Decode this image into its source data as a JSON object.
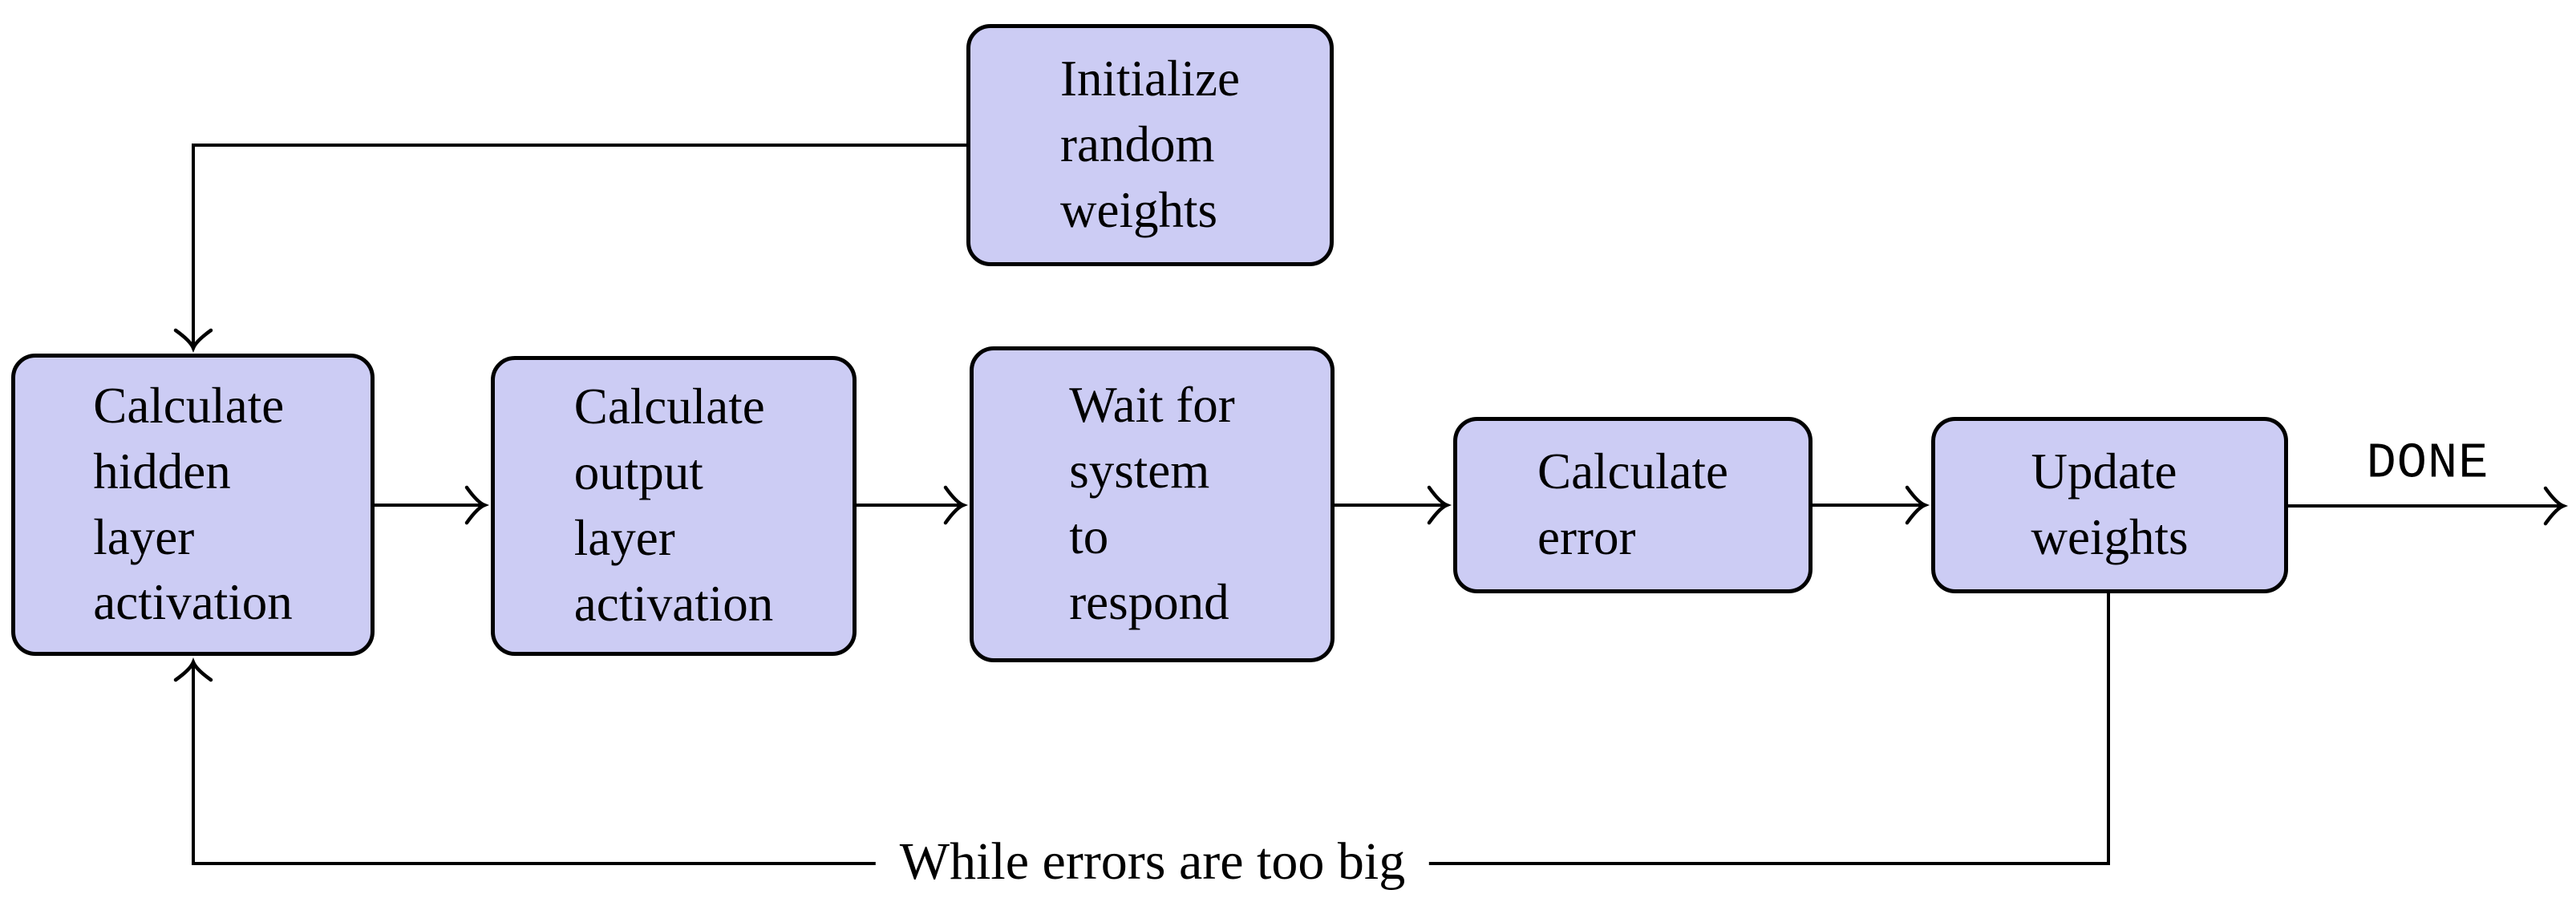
{
  "colors": {
    "background": "#ffffff",
    "node_fill": "#ccccf4",
    "stroke": "#000000"
  },
  "nodes": {
    "init": {
      "label": "Initialize\nrandom\nweights"
    },
    "hidden": {
      "label": "Calculate\nhidden\nlayer\nactivation"
    },
    "output": {
      "label": "Calculate\noutput\nlayer\nactivation"
    },
    "wait": {
      "label": "Wait for\nsystem\nto\nrespond"
    },
    "error": {
      "label": "Calculate\nerror"
    },
    "update": {
      "label": "Update\nweights"
    }
  },
  "edge_labels": {
    "done": "DONE",
    "while_loop": "While errors are too big"
  },
  "edges": [
    {
      "from": "init",
      "to": "hidden",
      "label": ""
    },
    {
      "from": "hidden",
      "to": "output",
      "label": ""
    },
    {
      "from": "output",
      "to": "wait",
      "label": ""
    },
    {
      "from": "wait",
      "to": "error",
      "label": ""
    },
    {
      "from": "error",
      "to": "update",
      "label": ""
    },
    {
      "from": "update",
      "to": "exit",
      "label": "DONE"
    },
    {
      "from": "update",
      "to": "hidden",
      "label": "While errors are too big"
    }
  ]
}
